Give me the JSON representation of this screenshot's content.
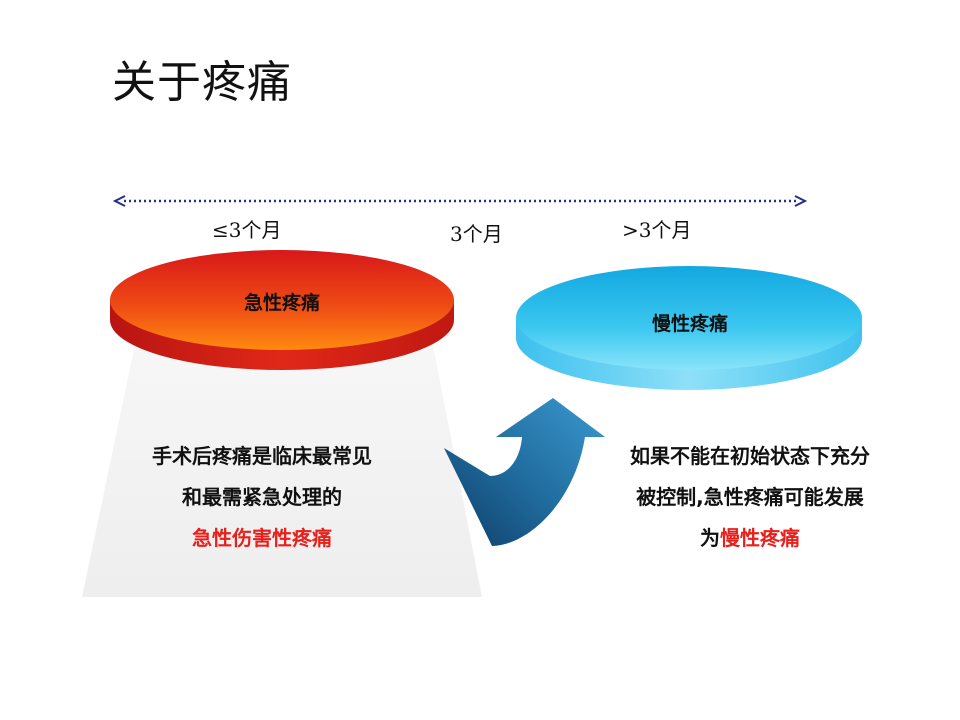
{
  "title": "关于疼痛",
  "timeline": {
    "left_label": "≤3个月",
    "mid_label": "3个月",
    "right_label": ">3个月",
    "color": "#2b2b8c"
  },
  "acute": {
    "label": "急性疼痛",
    "color": "#e8301a",
    "lines": [
      "手术后疼痛是临床最常见",
      "和最需紧急处理的"
    ],
    "highlight": "急性伤害性疼痛"
  },
  "chronic": {
    "label": "慢性疼痛",
    "color": "#1ab8e8",
    "lines": [
      "如果不能在初始状态下充分",
      "被控制,急性疼痛可能发展"
    ],
    "prefix": "为",
    "highlight": "慢性疼痛"
  },
  "colors": {
    "highlight": "#e8201c",
    "arrow": "#1e5c8c",
    "pedestal": "#efefef"
  }
}
